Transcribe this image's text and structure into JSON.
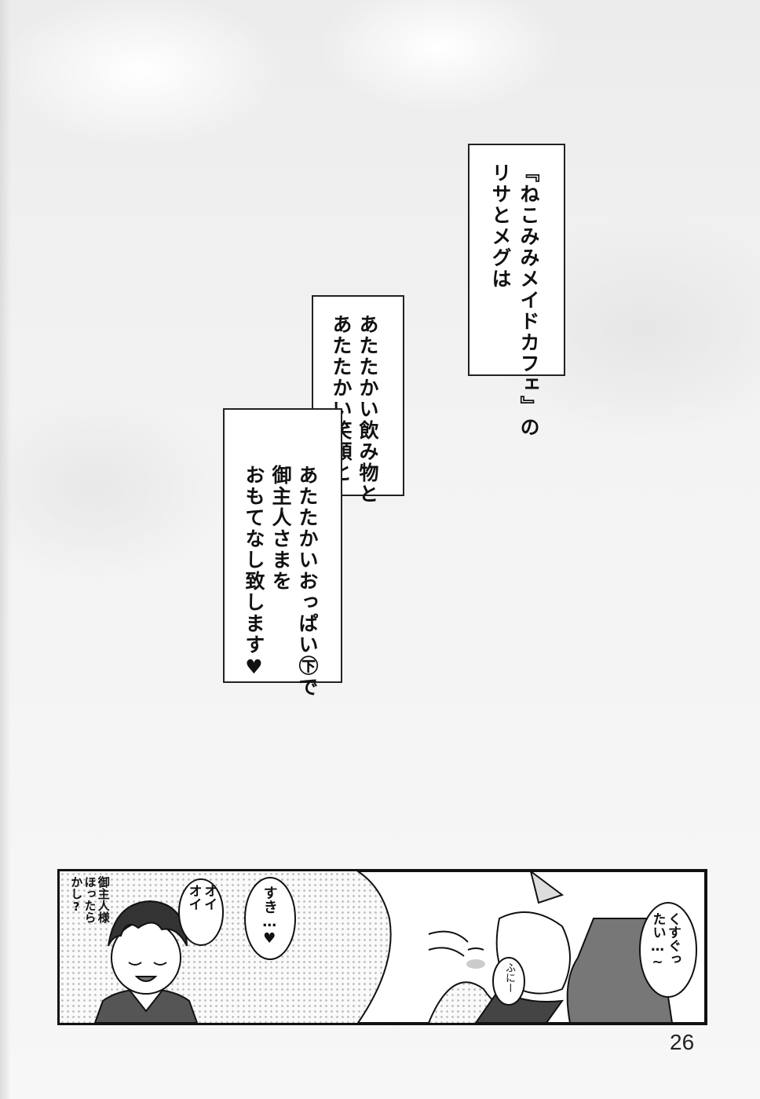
{
  "narration": {
    "box1": {
      "lines": [
        "『ねこみみメイドカフェ』の",
        "リサとメグは"
      ]
    },
    "box2": {
      "lines": [
        "あたたかい飲み物と",
        "あたたかい笑顔と"
      ]
    },
    "box3": {
      "lines": [
        "あたたかいおっぱい㊦で",
        "御主人さまを",
        "おもてなし致します♥"
      ]
    }
  },
  "panel": {
    "side_note": [
      "御主人様",
      "ほったら",
      "かし?"
    ],
    "bubble_oi": [
      "オイ",
      "オイ"
    ],
    "bubble_suki": [
      "すき…♥"
    ],
    "bubble_kusuguttai": [
      "くすぐっ",
      "たい…~"
    ],
    "sound_effect": "ふにー"
  },
  "page_number": "26"
}
